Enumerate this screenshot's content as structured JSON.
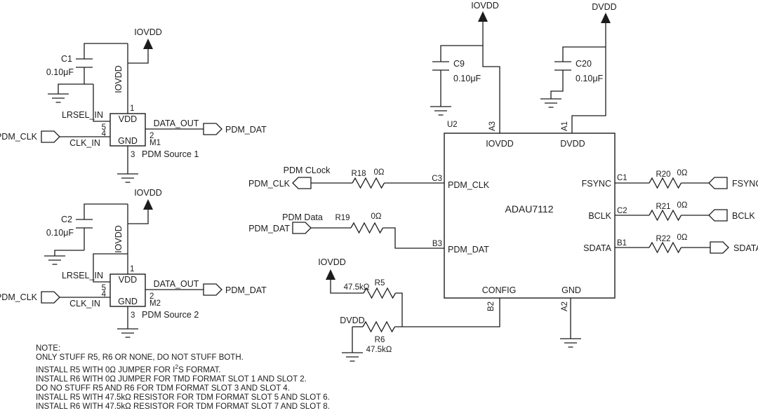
{
  "nets": {
    "iovdd": "IOVDD",
    "dvdd": "DVDD"
  },
  "sources": [
    {
      "cap_ref": "C1",
      "cap_value": "0.10μF",
      "lrsel": "LRSEL_IN",
      "clk_in": "CLK_IN",
      "vdd": "VDD",
      "gnd": "GND",
      "data_out": "DATA_OUT",
      "pin1": "1",
      "pin2": "2",
      "pin3": "3",
      "pin4": "4",
      "pin5": "5",
      "port_in": "PDM_CLK",
      "port_out": "PDM_DAT",
      "refdes": "M1",
      "caption": "PDM Source 1"
    },
    {
      "cap_ref": "C2",
      "cap_value": "0.10μF",
      "lrsel": "LRSEL_IN",
      "clk_in": "CLK_IN",
      "vdd": "VDD",
      "gnd": "GND",
      "data_out": "DATA_OUT",
      "pin1": "1",
      "pin2": "2",
      "pin3": "3",
      "pin4": "4",
      "pin5": "5",
      "port_in": "PDM_CLK",
      "port_out": "PDM_DAT",
      "refdes": "M2",
      "caption": "PDM Source 2"
    }
  ],
  "adc": {
    "refdes": "U2",
    "part": "ADAU7112",
    "caps": [
      {
        "ref": "C9",
        "value": "0.10μF"
      },
      {
        "ref": "C20",
        "value": "0.10μF"
      }
    ],
    "pins": {
      "iovdd": {
        "name": "IOVDD",
        "num": "A3"
      },
      "dvdd": {
        "name": "DVDD",
        "num": "A1"
      },
      "pdm_clk": {
        "name": "PDM_CLK",
        "num": "C3"
      },
      "pdm_dat": {
        "name": "PDM_DAT",
        "num": "B3"
      },
      "fsync": {
        "name": "FSYNC",
        "num": "C1"
      },
      "bclk": {
        "name": "BCLK",
        "num": "C2"
      },
      "sdata": {
        "name": "SDATA",
        "num": "B1"
      },
      "config": {
        "name": "CONFIG",
        "num": "B2"
      },
      "gnd": {
        "name": "GND",
        "num": "A2"
      }
    }
  },
  "pdm_inputs": {
    "clock_caption": "PDM CLock",
    "clock_port": "PDM_CLK",
    "r18": {
      "ref": "R18",
      "value": "0Ω"
    },
    "data_caption": "PDM Data",
    "data_port": "PDM_DAT",
    "r19": {
      "ref": "R19",
      "value": "0Ω"
    }
  },
  "serial_outputs": {
    "fsync": {
      "port": "FSYNC",
      "ref": "R20",
      "value": "0Ω"
    },
    "bclk": {
      "port": "BCLK",
      "ref": "R21",
      "value": "0Ω"
    },
    "sdata": {
      "port": "SDATA",
      "ref": "R22",
      "value": "0Ω"
    }
  },
  "config_network": {
    "pullup_net": "IOVDD",
    "dvdd_label": "DVDD",
    "r5": {
      "ref": "R5",
      "value": "47.5kΩ"
    },
    "r6": {
      "ref": "R6",
      "value": "47.5kΩ"
    }
  },
  "note": {
    "title": "NOTE:",
    "line1": "ONLY STUFF R5, R6 OR NONE, DO NOT STUFF BOTH.",
    "line2_pre": "INSTALL R5 WITH 0Ω JUMPER FOR I",
    "line2_sup": "2",
    "line2_post": "S FORMAT.",
    "line3": "INSTALL R6 WITH 0Ω JUMPER FOR TMD FORMAT SLOT 1 AND SLOT 2.",
    "line4": "DO NO STUFF R5 AND R6 FOR TDM FORMAT SLOT 3 AND SLOT 4.",
    "line5": "INSTALL R5 WITH 47.5kΩ RESISTOR FOR TDM FORMAT SLOT 5 AND SLOT 6.",
    "line6": "INSTALL R6 WITH 47.5kΩ RESISTOR FOR TDM FORMAT SLOT 7 AND SLOT 8."
  },
  "colors": {
    "ink": "#1c1c1c",
    "background": "#ffffff"
  }
}
